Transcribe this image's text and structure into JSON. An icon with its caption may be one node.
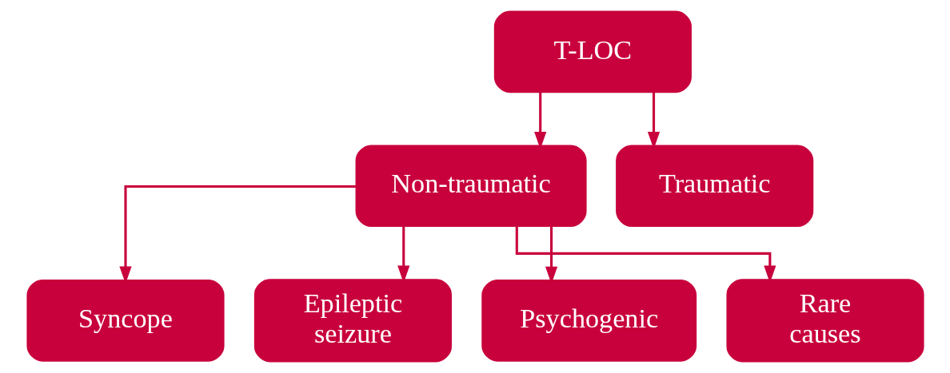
{
  "diagram": {
    "nodes": [
      {
        "text": [
          "T-LOC"
        ]
      },
      {
        "text": [
          "Non-traumatic"
        ]
      },
      {
        "text": [
          "Traumatic"
        ]
      },
      {
        "text": [
          "Syncope"
        ]
      },
      {
        "text": [
          "Epileptic seizure"
        ]
      },
      {
        "text": [
          "Psychogenic"
        ]
      },
      {
        "text": [
          "Rare causes"
        ]
      }
    ],
    "edges": [
      {
        "from": 0,
        "to": 1,
        "arrow": "to"
      },
      {
        "from": 0,
        "to": 2,
        "arrow": "to"
      },
      {
        "from": 1,
        "to": 3,
        "arrow": "to"
      },
      {
        "from": 1,
        "to": 4,
        "arrow": "to"
      },
      {
        "from": 1,
        "to": 5,
        "arrow": "to"
      },
      {
        "from": 1,
        "to": 6,
        "arrow": "to"
      }
    ]
  }
}
